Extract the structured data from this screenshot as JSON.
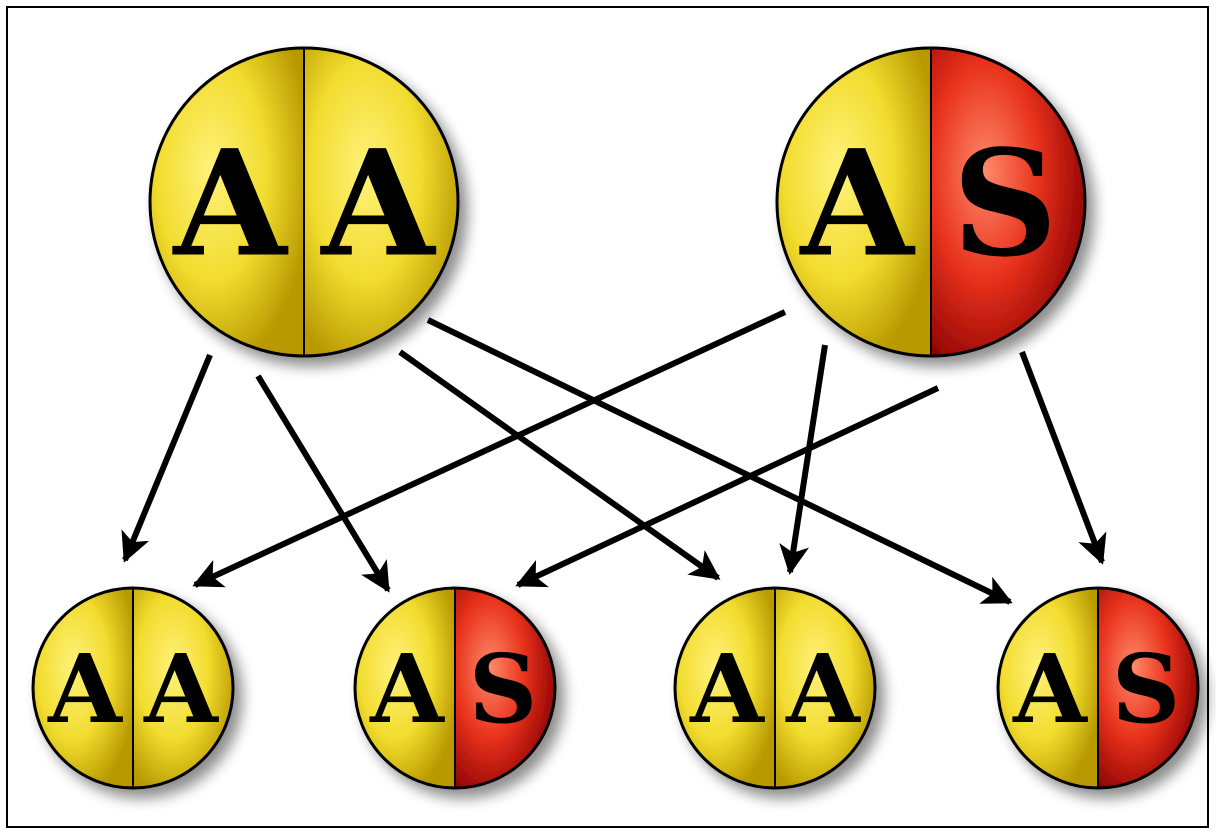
{
  "colors": {
    "A": "#f2dc2e",
    "A_dark": "#b89a00",
    "S": "#e8321c",
    "S_dark": "#8a0000",
    "arrow": "#000000"
  },
  "parents": [
    {
      "left": "A",
      "right": "A"
    },
    {
      "left": "A",
      "right": "S"
    }
  ],
  "offspring": [
    {
      "left": "A",
      "right": "A"
    },
    {
      "left": "A",
      "right": "S"
    },
    {
      "left": "A",
      "right": "A"
    },
    {
      "left": "A",
      "right": "S"
    }
  ]
}
